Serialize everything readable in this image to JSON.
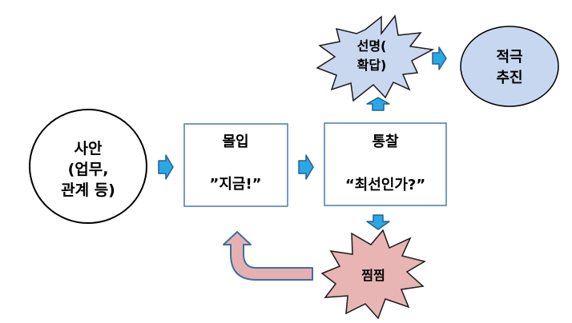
{
  "nodes": {
    "issue": {
      "lines": [
        "사안",
        "(업무,",
        "관계 등)"
      ]
    },
    "immersion": {
      "title": "몰입",
      "quote": "”지금!”"
    },
    "insight": {
      "title": "통찰",
      "quote": "“최선인가?”"
    },
    "declaration": {
      "lines": [
        "선명(",
        "확답)"
      ]
    },
    "action": {
      "lines": [
        "적극",
        "추진"
      ]
    },
    "hesitation": {
      "label": "찜찜"
    }
  },
  "colors": {
    "box_border": "#4a7ab0",
    "circle_border": "#000000",
    "burst_blue_fill": "#c9d8ef",
    "action_fill": "#c7d7ef",
    "burst_pink_fill": "#e8b4b4",
    "arrow_blue": "#29a8e8",
    "arrow_blue_edge": "#2a5f8f",
    "return_arrow_fill": "#e6b0b0",
    "return_arrow_edge": "#3d6ea8"
  }
}
